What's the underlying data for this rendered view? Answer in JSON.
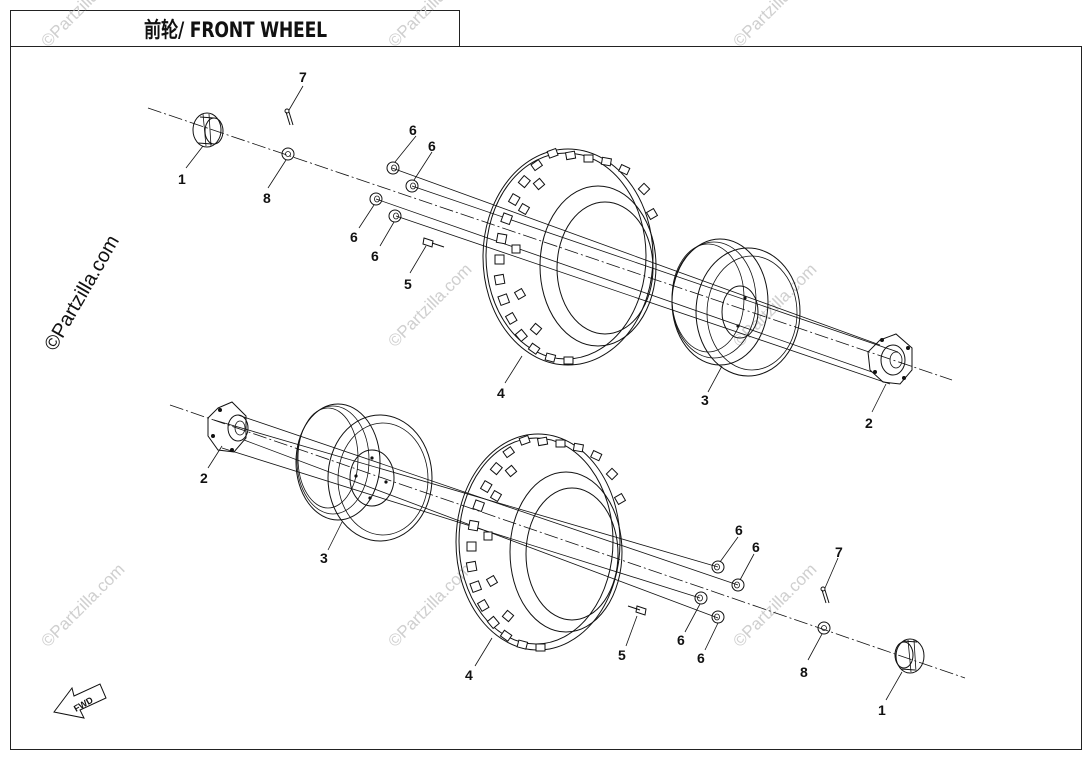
{
  "title": "前轮/ FRONT WHEEL",
  "watermark": "©Partzilla.com",
  "fwd_label": "FWD",
  "callouts": {
    "top": [
      {
        "id": "t1",
        "text": "1"
      },
      {
        "id": "t2",
        "text": "2"
      },
      {
        "id": "t3",
        "text": "3"
      },
      {
        "id": "t4",
        "text": "4"
      },
      {
        "id": "t5",
        "text": "5"
      },
      {
        "id": "t6a",
        "text": "6"
      },
      {
        "id": "t6b",
        "text": "6"
      },
      {
        "id": "t6c",
        "text": "6"
      },
      {
        "id": "t6d",
        "text": "6"
      },
      {
        "id": "t7",
        "text": "7"
      },
      {
        "id": "t8",
        "text": "8"
      }
    ],
    "bottom": [
      {
        "id": "b1",
        "text": "1"
      },
      {
        "id": "b2",
        "text": "2"
      },
      {
        "id": "b3",
        "text": "3"
      },
      {
        "id": "b4",
        "text": "4"
      },
      {
        "id": "b5",
        "text": "5"
      },
      {
        "id": "b6a",
        "text": "6"
      },
      {
        "id": "b6b",
        "text": "6"
      },
      {
        "id": "b6c",
        "text": "6"
      },
      {
        "id": "b6d",
        "text": "6"
      },
      {
        "id": "b7",
        "text": "7"
      },
      {
        "id": "b8",
        "text": "8"
      }
    ]
  },
  "colors": {
    "line": "#111111",
    "watermark": "#cfcfcf",
    "background": "#ffffff"
  }
}
